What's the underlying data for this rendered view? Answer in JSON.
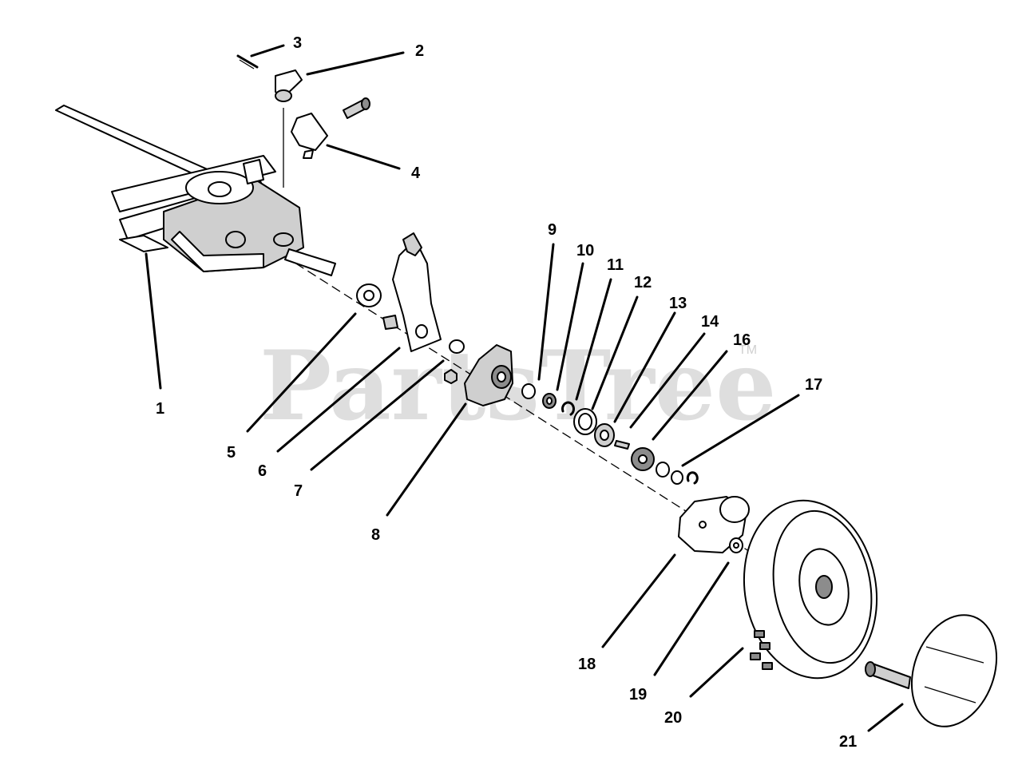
{
  "watermark": {
    "text": "PartsTree",
    "tm": "TM"
  },
  "callouts": [
    {
      "id": "c1",
      "label": "1"
    },
    {
      "id": "c2",
      "label": "2"
    },
    {
      "id": "c3",
      "label": "3"
    },
    {
      "id": "c4",
      "label": "4"
    },
    {
      "id": "c5",
      "label": "5"
    },
    {
      "id": "c6",
      "label": "6"
    },
    {
      "id": "c7",
      "label": "7"
    },
    {
      "id": "c8",
      "label": "8"
    },
    {
      "id": "c9",
      "label": "9"
    },
    {
      "id": "c10",
      "label": "10"
    },
    {
      "id": "c11",
      "label": "11"
    },
    {
      "id": "c12",
      "label": "12"
    },
    {
      "id": "c13",
      "label": "13"
    },
    {
      "id": "c14",
      "label": "14"
    },
    {
      "id": "c16",
      "label": "16"
    },
    {
      "id": "c17",
      "label": "17"
    },
    {
      "id": "c18",
      "label": "18"
    },
    {
      "id": "c19",
      "label": "19"
    },
    {
      "id": "c20",
      "label": "20"
    },
    {
      "id": "c21",
      "label": "21"
    }
  ]
}
